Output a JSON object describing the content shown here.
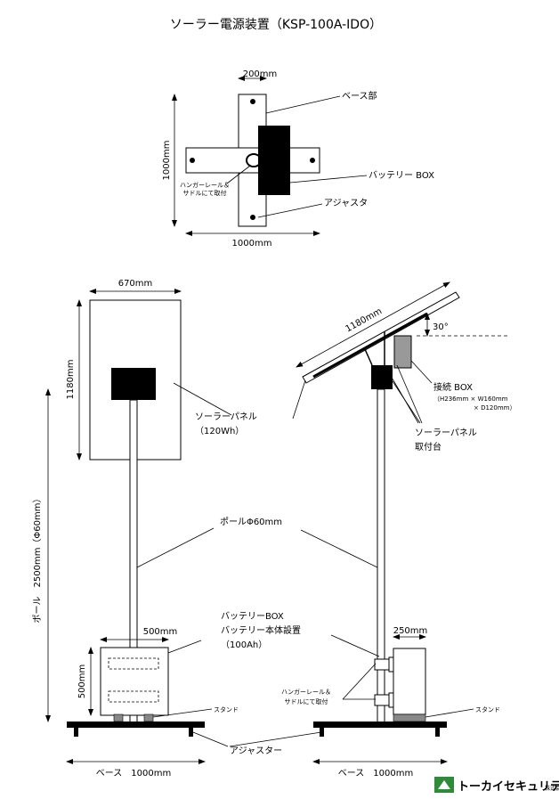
{
  "title": "ソーラー電源装置（KSP-100A-IDO）",
  "top_view": {
    "width_200": "200mm",
    "height_1000": "1000mm",
    "width_1000": "1000mm",
    "base_label": "ベース部",
    "battery_box_label": "バッテリー BOX",
    "adjuster_label": "アジャスタ",
    "hanger_note_1": "ハンガーレール＆",
    "hanger_note_2": "サドルにて取付"
  },
  "front_view": {
    "panel_width": "670mm",
    "panel_height": "1180mm",
    "panel_label_1": "ソーラーパネル",
    "panel_label_2": "（120Wh）",
    "pole_label": "ポールΦ60mm",
    "pole_dim": "ポール　2500mm（Φ60mm）",
    "battery_label_1": "バッテリーBOX",
    "battery_label_2": "バッテリー本体設置",
    "battery_label_3": "（100Ah）",
    "box_width": "500mm",
    "box_height": "500mm",
    "stand_label": "スタンド",
    "adjuster_label": "アジャスター",
    "base_label": "ベース　1000mm"
  },
  "side_view": {
    "panel_length": "1180mm",
    "angle": "30°",
    "junction_label": "接続 BOX",
    "junction_dim_1": "（H236mm × W160mm",
    "junction_dim_2": "× D120mm）",
    "mount_label_1": "ソーラーパネル",
    "mount_label_2": "取付台",
    "box_width": "250mm",
    "hanger_note_1": "ハンガーレール＆",
    "hanger_note_2": "サドルにて取付",
    "stand_label": "スタンド",
    "base_label": "ベース　1000mm"
  },
  "logo": {
    "company": "トーカイセキュリティ",
    "suffix": "株式会社"
  }
}
